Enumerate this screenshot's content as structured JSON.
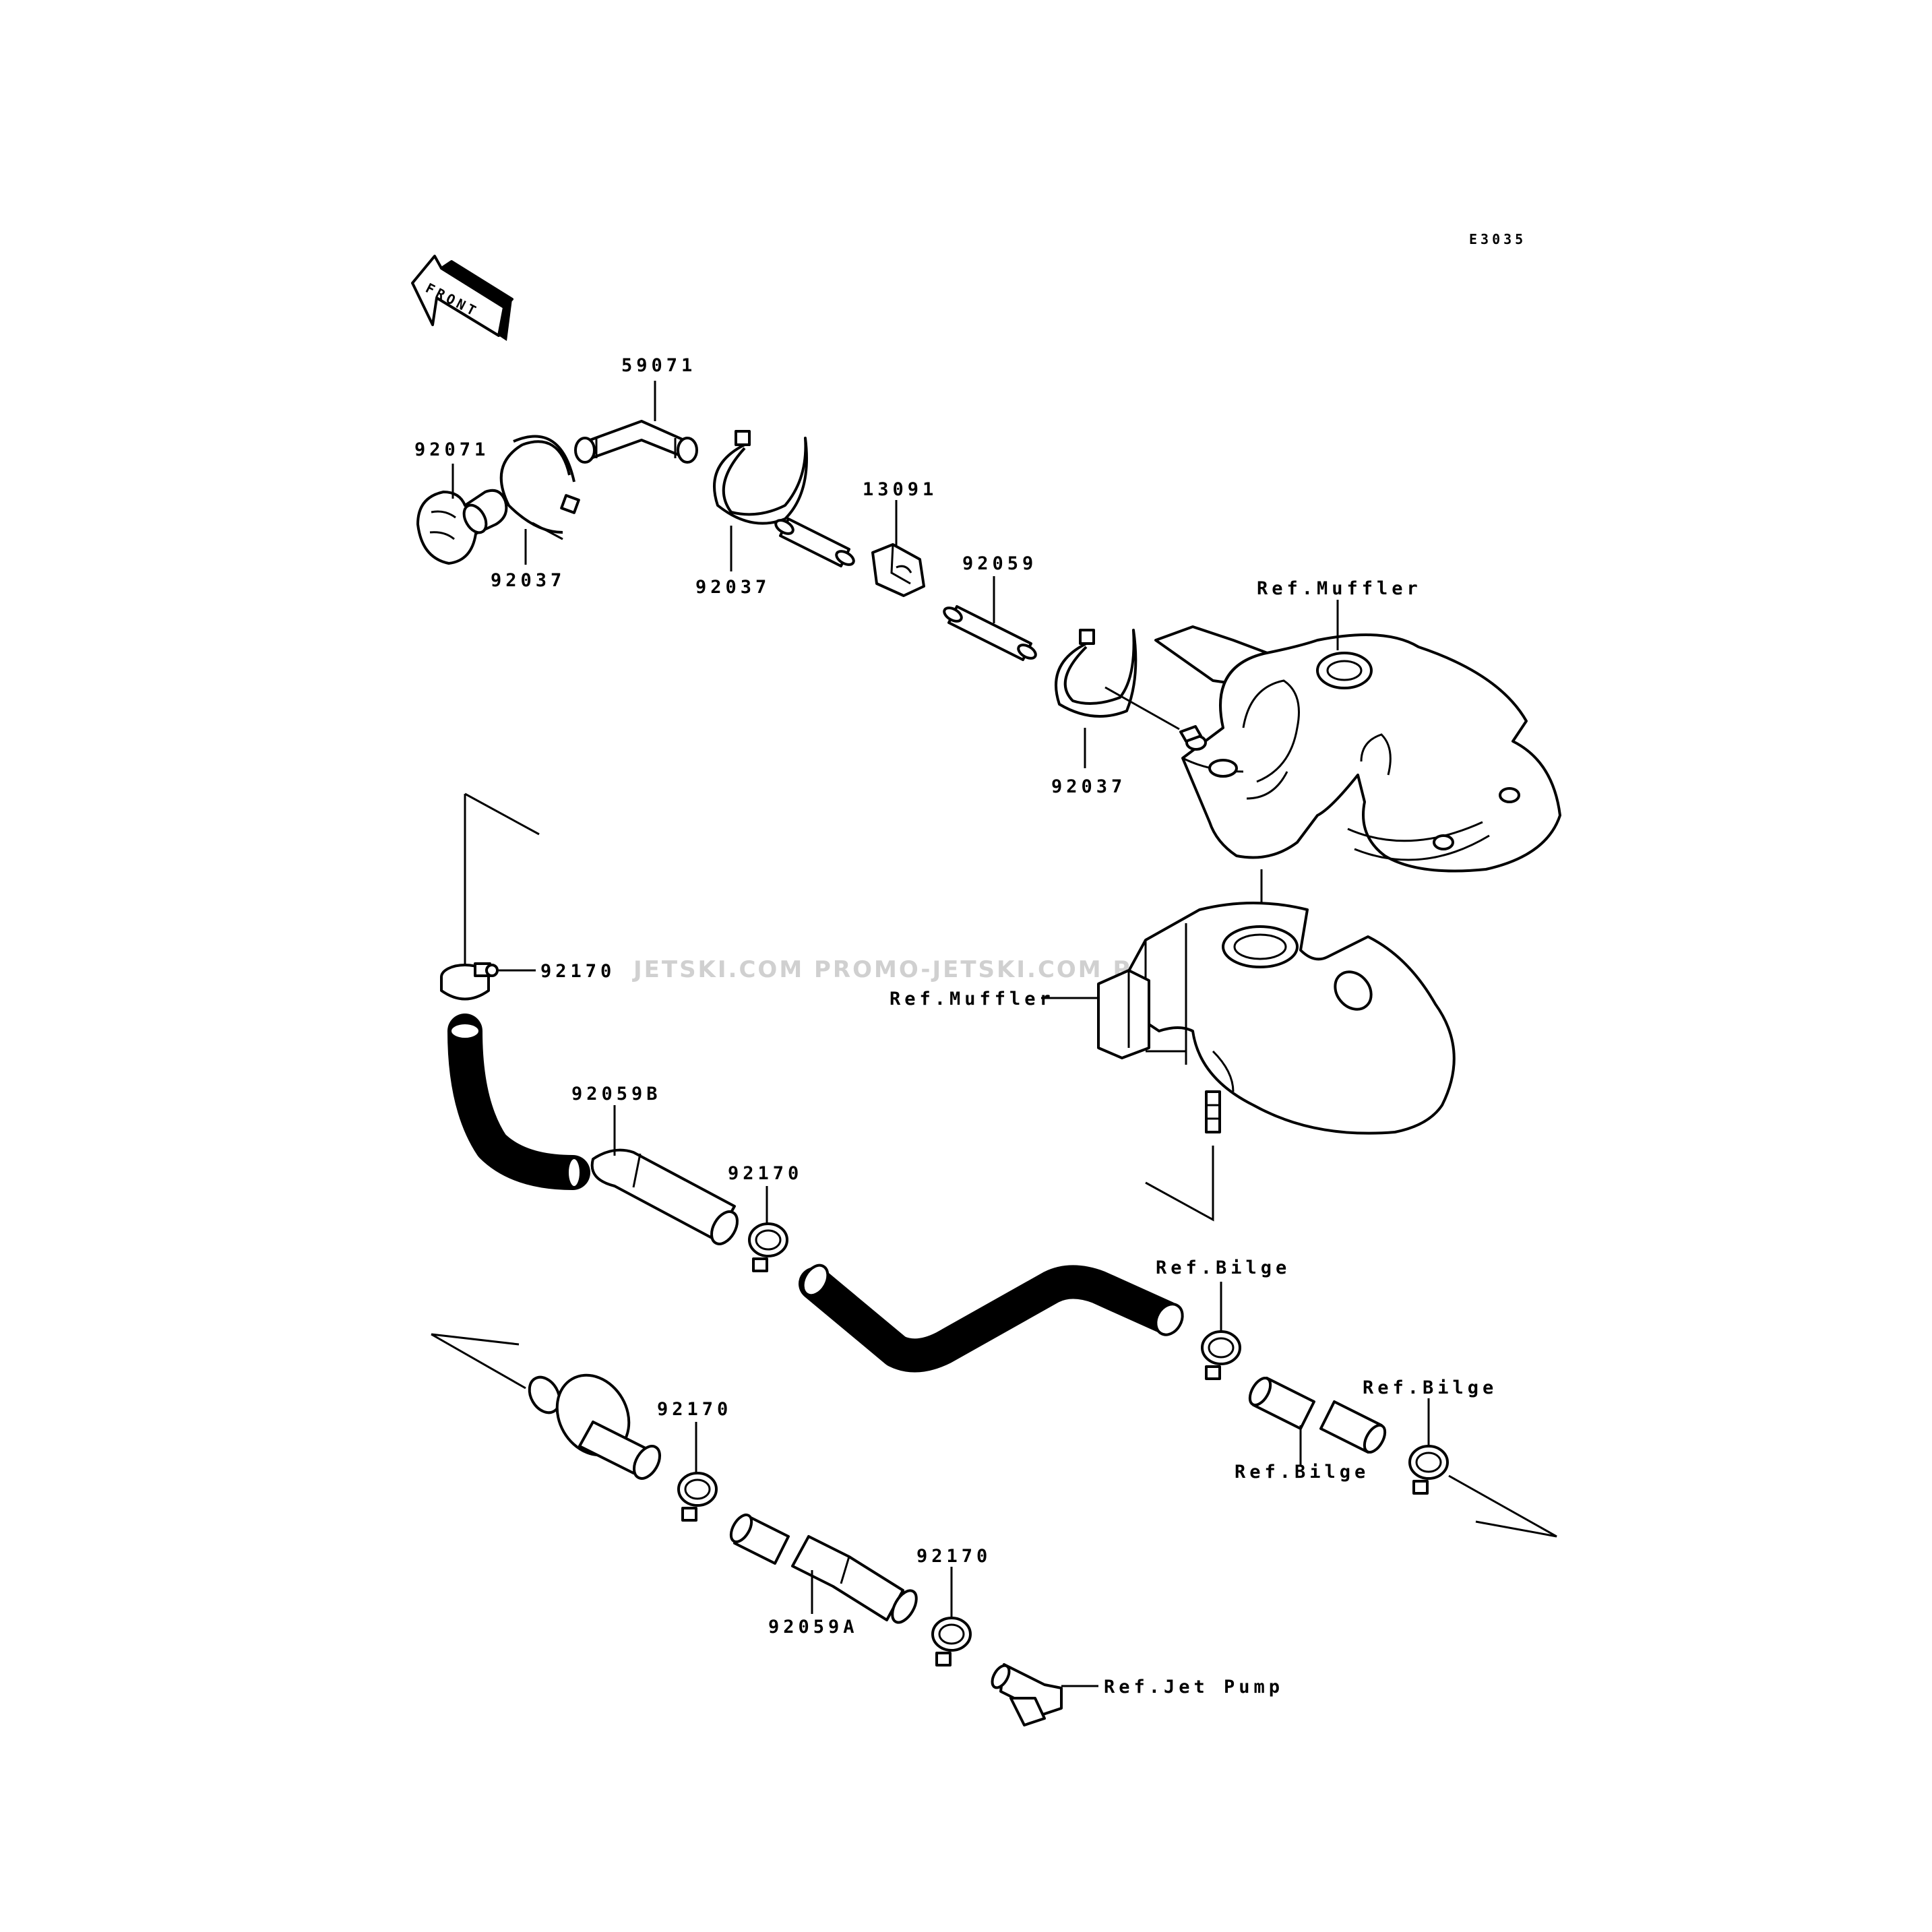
{
  "diagram_code": "E3035",
  "front_arrow": {
    "label": "FRONT",
    "icon": "front-arrow-icon"
  },
  "watermark": "JETSKI.COM  PROMO-JETSKI.COM  PROMO-JETSKI.COM",
  "parts": {
    "p92071": "92071",
    "p92037_a": "92037",
    "p59071": "59071",
    "p92037_b": "92037",
    "p13091": "13091",
    "p92059": "92059",
    "p92037_c": "92037",
    "p92170_a": "92170",
    "p92059B": "92059B",
    "p92170_b": "92170",
    "p92170_c": "92170",
    "p92170_d": "92170",
    "p92059A": "92059A"
  },
  "references": {
    "muffler_top": "Ref.Muffler",
    "muffler_bottom": "Ref.Muffler",
    "bilge_a": "Ref.Bilge",
    "bilge_b": "Ref.Bilge",
    "bilge_c": "Ref.Bilge",
    "jet_pump": "Ref.Jet Pump"
  }
}
